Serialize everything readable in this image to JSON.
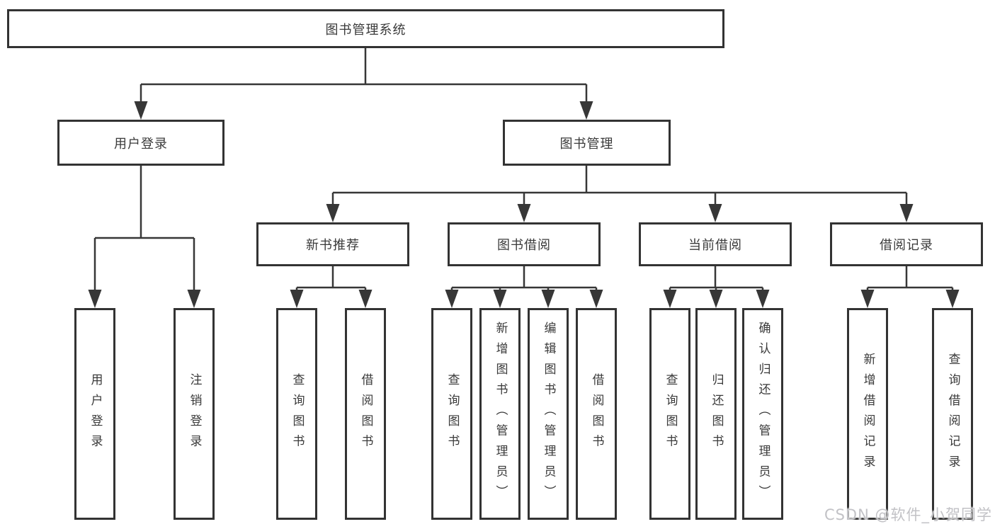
{
  "tree": {
    "label": "图书管理系统",
    "children": [
      {
        "label": "用户登录",
        "children": [
          {
            "label": "用户登录"
          },
          {
            "label": "注销登录"
          }
        ]
      },
      {
        "label": "图书管理",
        "children": [
          {
            "label": "新书推荐",
            "children": [
              {
                "label": "查询图书"
              },
              {
                "label": "借阅图书"
              }
            ]
          },
          {
            "label": "图书借阅",
            "children": [
              {
                "label": "查询图书"
              },
              {
                "label": "新增图书（管理员）"
              },
              {
                "label": "编辑图书（管理员）"
              },
              {
                "label": "借阅图书"
              }
            ]
          },
          {
            "label": "当前借阅",
            "children": [
              {
                "label": "查询图书"
              },
              {
                "label": "归还图书"
              },
              {
                "label": "确认归还（管理员）"
              }
            ]
          },
          {
            "label": "借阅记录",
            "children": [
              {
                "label": "新增借阅记录"
              },
              {
                "label": "查询借阅记录"
              }
            ]
          }
        ]
      }
    ]
  },
  "watermark": {
    "text": "CSDN @软件_小贺同学"
  },
  "colors": {
    "line": "#373737",
    "box_border": "#333333",
    "text": "#3a3a3a",
    "watermark": "#c2c2c6",
    "background": "#ffffff"
  }
}
